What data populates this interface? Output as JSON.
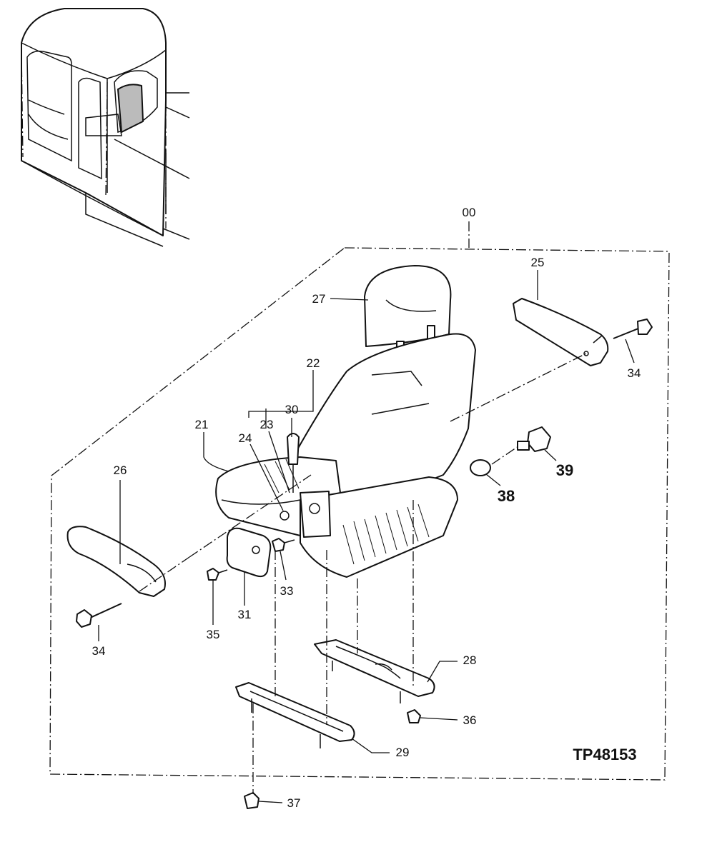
{
  "figure_code": "TP48153",
  "callouts": {
    "c00": "00",
    "c21": "21",
    "c22": "22",
    "c23": "23",
    "c24": "24",
    "c25": "25",
    "c26": "26",
    "c27": "27",
    "c28": "28",
    "c29": "29",
    "c30": "30",
    "c31": "31",
    "c33": "33",
    "c34a": "34",
    "c34b": "34",
    "c35": "35",
    "c36": "36",
    "c37": "37",
    "c38": "38",
    "c39": "39"
  }
}
